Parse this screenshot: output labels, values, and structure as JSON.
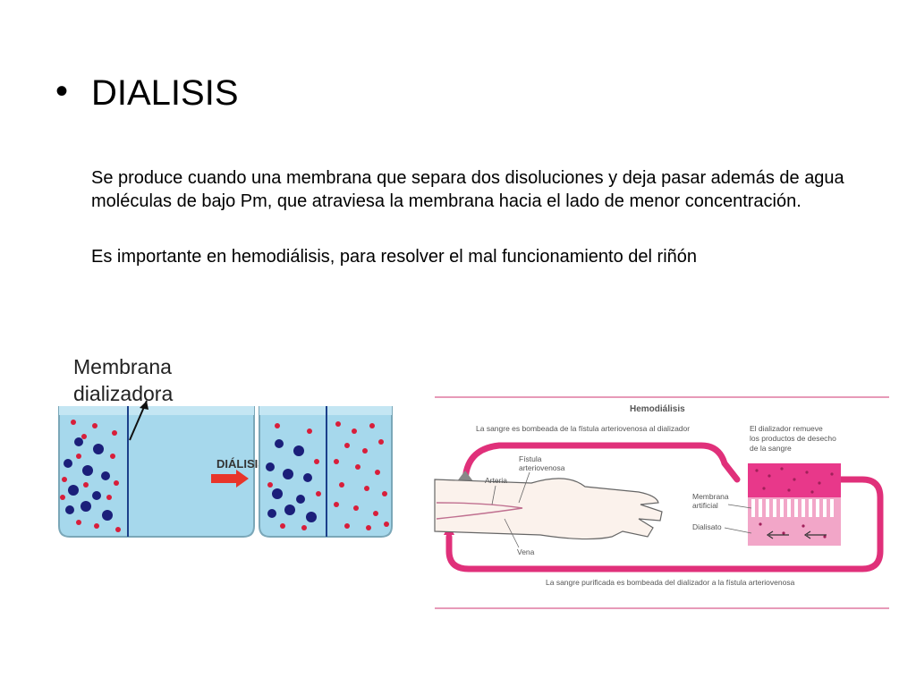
{
  "slide": {
    "bullet": "•",
    "title": "DIALISIS",
    "paragraphs": [
      "Se produce cuando una membrana que separa dos disoluciones y deja pasar además de agua moléculas de bajo Pm, que atraviesa la membrana hacia el lado de menor concentración.",
      "Es importante en hemodiálisis, para resolver el mal funcionamiento del riñón"
    ]
  },
  "figure_left": {
    "label_line1": "Membrana",
    "label_line2": "dializadora",
    "arrow_label": "DIÁLISIS",
    "colors": {
      "water": "#a6d8ec",
      "large_molecule": "#1b1f7a",
      "small_molecule": "#d81e3a",
      "arrow": "#e8352a",
      "membrane": "#1b3f8a"
    }
  },
  "figure_right": {
    "title": "Hemodiálisis",
    "top_caption": "La sangre es bombeada de la fístula arteriovenosa al dializador",
    "right_caption_lines": [
      "El dializador remueve",
      "los productos de desecho",
      "de la sangre"
    ],
    "label_fistula_lines": [
      "Fístula",
      "arteriovenosa"
    ],
    "label_arteria": "Arteria",
    "label_vena": "Vena",
    "label_membrana_lines": [
      "Membrana",
      "artificial"
    ],
    "label_dialisato": "Dialisato",
    "bottom_caption": "La sangre purificada es bombeada del dializador a la fístula arteriovenosa",
    "colors": {
      "tube": "#e0307a",
      "rule": "#e79ab8",
      "dialyzer": "#e8388a",
      "dialysate": "#f2a6c8"
    }
  }
}
